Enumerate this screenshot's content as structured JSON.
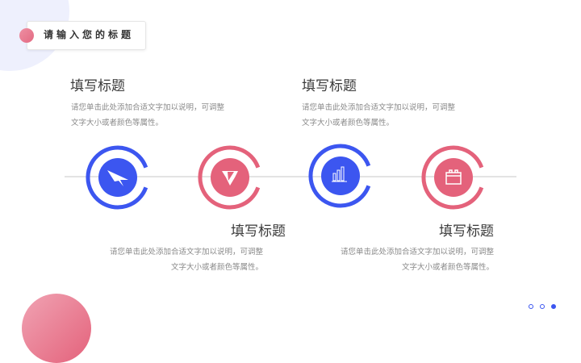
{
  "header": {
    "title": "请输入您的标题"
  },
  "colors": {
    "blue": "#3c56f0",
    "pink": "#e4627b",
    "timeline": "#e3e3e3"
  },
  "items": [
    {
      "title": "填写标题",
      "desc_line1": "请您单击此处添加合适文字加以说明，可调整",
      "desc_line2": "文字大小或者颜色等属性。",
      "icon": "paper-plane-icon",
      "color": "blue"
    },
    {
      "title": "填写标题",
      "desc_line1": "请您单击此处添加合适文字加以说明，可调整",
      "desc_line2": "文字大小或者颜色等属性。",
      "icon": "brand-shield-icon",
      "color": "pink"
    },
    {
      "title": "填写标题",
      "desc_line1": "请您单击此处添加合适文字加以说明，可调整",
      "desc_line2": "文字大小或者颜色等属性。",
      "icon": "bar-chart-icon",
      "color": "blue"
    },
    {
      "title": "填写标题",
      "desc_line1": "请您单击此处添加合适文字加以说明，可调整",
      "desc_line2": "文字大小或者颜色等属性。",
      "icon": "calendar-icon",
      "color": "pink"
    }
  ],
  "pager": {
    "count": 3,
    "active": 3
  }
}
